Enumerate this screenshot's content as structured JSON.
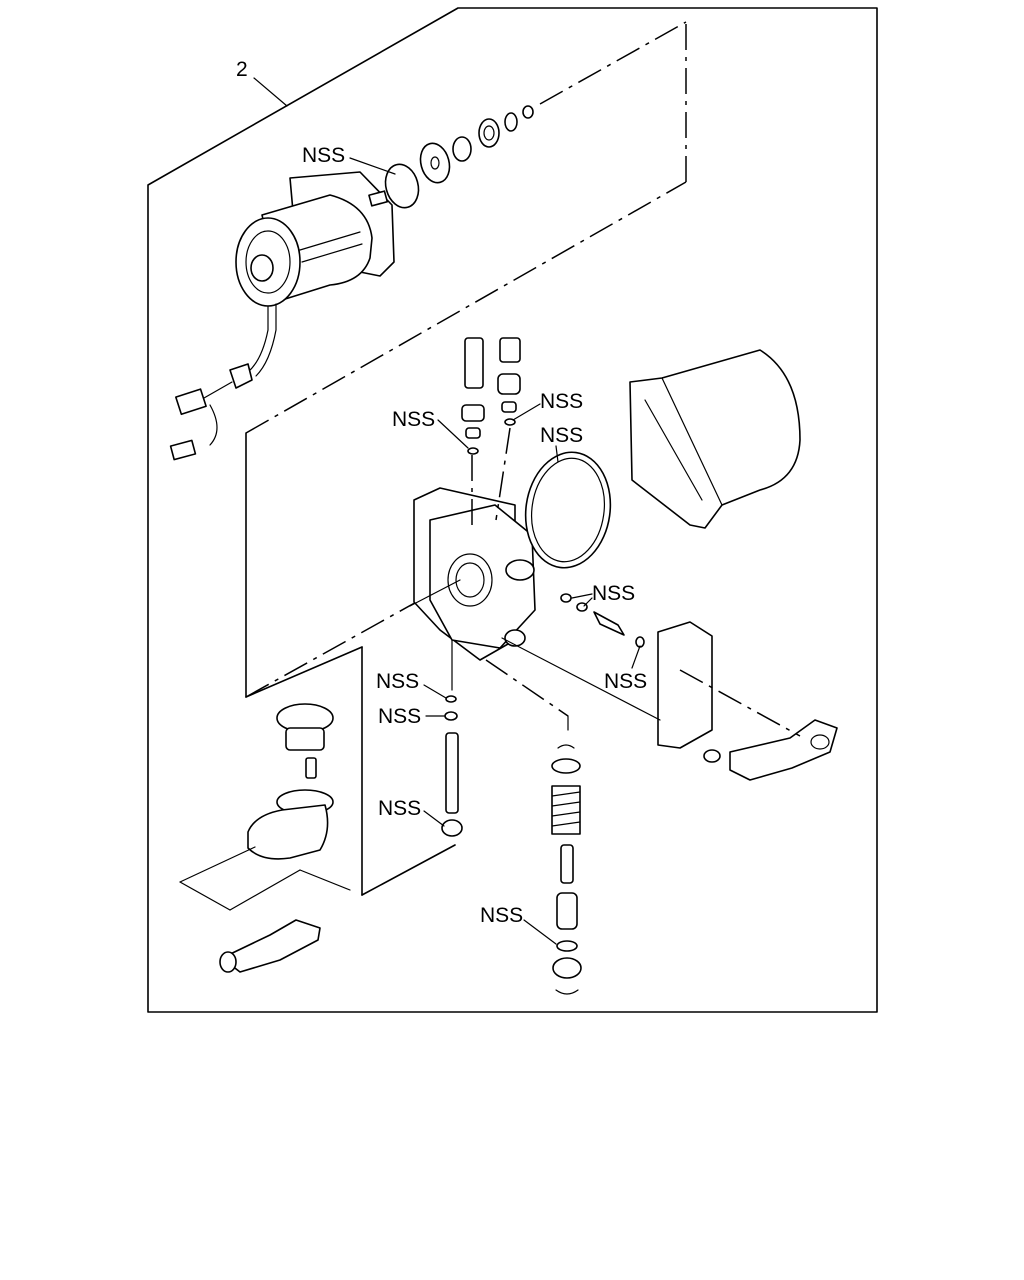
{
  "diagram": {
    "callout_number": "2",
    "nss_label": "NSS",
    "labels": [
      {
        "id": "nss-oring-motor",
        "text": "NSS"
      },
      {
        "id": "nss-washer-left",
        "text": "NSS"
      },
      {
        "id": "nss-washer-right",
        "text": "NSS"
      },
      {
        "id": "nss-gasket",
        "text": "NSS"
      },
      {
        "id": "nss-pin-clip",
        "text": "NSS"
      },
      {
        "id": "nss-bracket-clip",
        "text": "NSS"
      },
      {
        "id": "nss-shaft-seal-1",
        "text": "NSS"
      },
      {
        "id": "nss-shaft-seal-2",
        "text": "NSS"
      },
      {
        "id": "nss-shaft-bushing",
        "text": "NSS"
      },
      {
        "id": "nss-plunger-oring",
        "text": "NSS"
      }
    ]
  }
}
